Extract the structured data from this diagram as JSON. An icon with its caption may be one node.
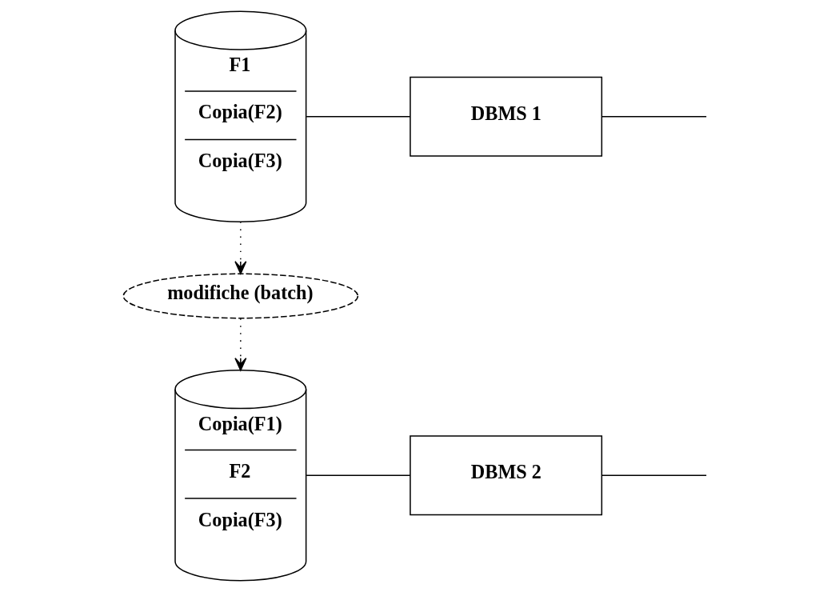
{
  "diagram": {
    "nodes": [
      {
        "text": [
          "F1",
          "Copia(F2)",
          "Copia(F3)"
        ]
      },
      {
        "text": [
          "DBMS 1"
        ]
      },
      {
        "text": [
          "modifiche (batch)"
        ]
      },
      {
        "text": [
          "Copia(F1)",
          "F2",
          "Copia(F3)"
        ]
      },
      {
        "text": [
          "DBMS 2"
        ]
      }
    ],
    "edges": [
      {
        "from": 0,
        "to": 2,
        "arrow": "to",
        "style": "dashed"
      },
      {
        "from": 2,
        "to": 3,
        "arrow": "to",
        "style": "dashed"
      },
      {
        "from": 0,
        "to": 1,
        "arrow": "none"
      },
      {
        "from": 1,
        "to": null,
        "arrow": "none"
      },
      {
        "from": 3,
        "to": 4,
        "arrow": "none"
      },
      {
        "from": 4,
        "to": null,
        "arrow": "none"
      }
    ]
  }
}
